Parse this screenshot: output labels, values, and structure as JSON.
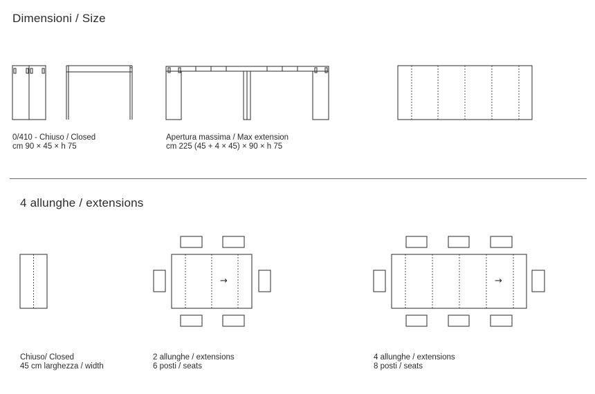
{
  "section1": {
    "title": "Dimensioni / Size",
    "closed_caption": [
      "0/410 - Chiuso / Closed",
      "cm 90 × 45 × h 75"
    ],
    "max_caption": [
      "Apertura massima / Max extension",
      "cm 225 (45 + 4 × 45) × 90 × h 75"
    ]
  },
  "section2": {
    "title": "4 allunghe / extensions",
    "closed_caption": [
      "Chiuso/ Closed",
      "45 cm larghezza / width"
    ],
    "two_caption": [
      "2 allunghe / extensions",
      "6 posti / seats"
    ],
    "four_caption": [
      "4 allunghe / extensions",
      "8 posti / seats"
    ],
    "arrow": "→"
  }
}
